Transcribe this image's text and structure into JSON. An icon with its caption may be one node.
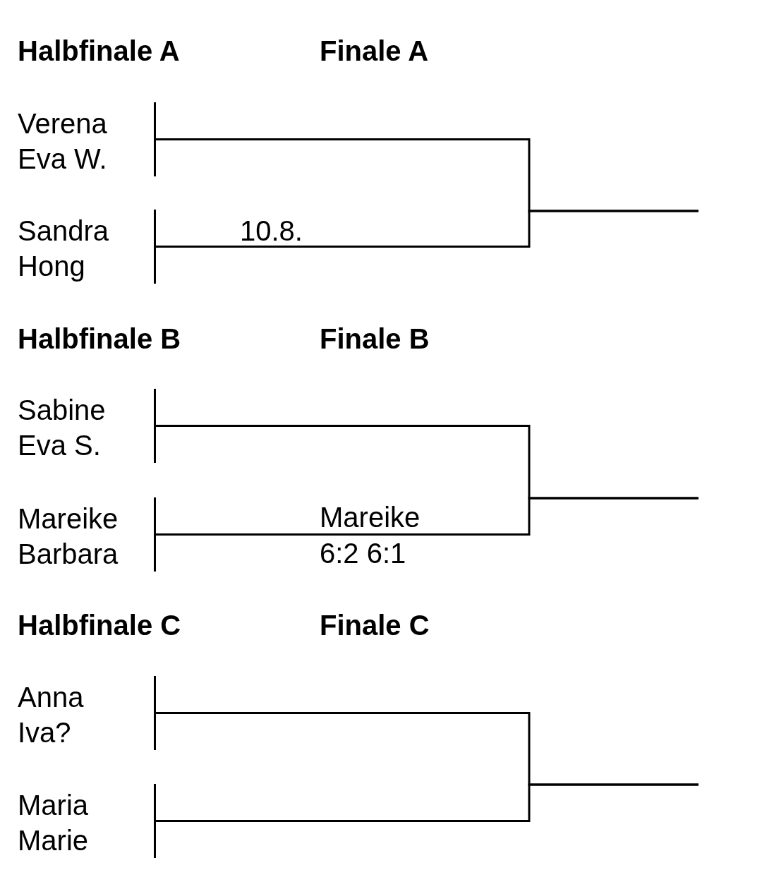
{
  "diagram": {
    "nodes": [
      {
        "text": [
          "Verena",
          "Eva W."
        ]
      },
      {
        "text": [
          "Sandra",
          "Hong"
        ]
      },
      {
        "text": [
          "Sabine",
          "Eva S."
        ]
      },
      {
        "text": [
          "Mareike",
          "Barbara"
        ]
      },
      {
        "text": [
          "Anna",
          "Iva?"
        ]
      },
      {
        "text": [
          "Maria",
          "Marie"
        ]
      }
    ],
    "edges": [
      {
        "from": 0,
        "to": null,
        "arrow": "none"
      },
      {
        "from": 1,
        "to": null,
        "arrow": "none",
        "label": "10.8."
      },
      {
        "from": 2,
        "to": null,
        "arrow": "none"
      },
      {
        "from": 3,
        "to": null,
        "arrow": "none"
      },
      {
        "from": 4,
        "to": null,
        "arrow": "none"
      },
      {
        "from": 5,
        "to": null,
        "arrow": "none"
      }
    ],
    "labels": [
      "Halbfinale A",
      "Finale A",
      "Halbfinale B",
      "Finale B",
      "Mareike",
      "6:2 6:1",
      "Halbfinale C",
      "Finale C"
    ]
  }
}
